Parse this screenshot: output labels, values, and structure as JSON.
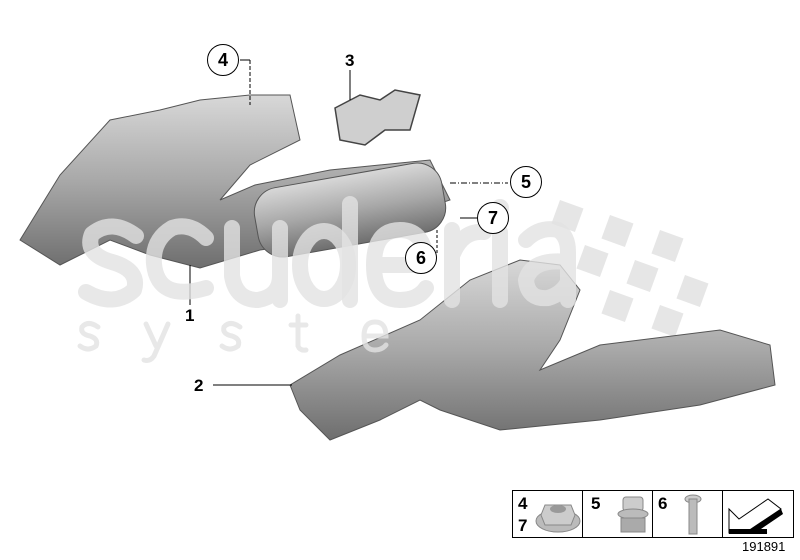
{
  "watermark": {
    "line1": "scuderia",
    "line2": "syste"
  },
  "callouts": [
    "1",
    "2",
    "3",
    "4",
    "5",
    "6",
    "7"
  ],
  "legend": {
    "cells": [
      {
        "numbers": [
          "4",
          "7"
        ],
        "part_icon": "flange-nut-icon"
      },
      {
        "numbers": [
          "5"
        ],
        "part_icon": "screw-plug-icon"
      },
      {
        "numbers": [
          "6"
        ],
        "part_icon": "stud-bolt-icon"
      },
      {
        "numbers": [],
        "part_icon": "arrow-icon"
      }
    ]
  },
  "document_number": "191891"
}
